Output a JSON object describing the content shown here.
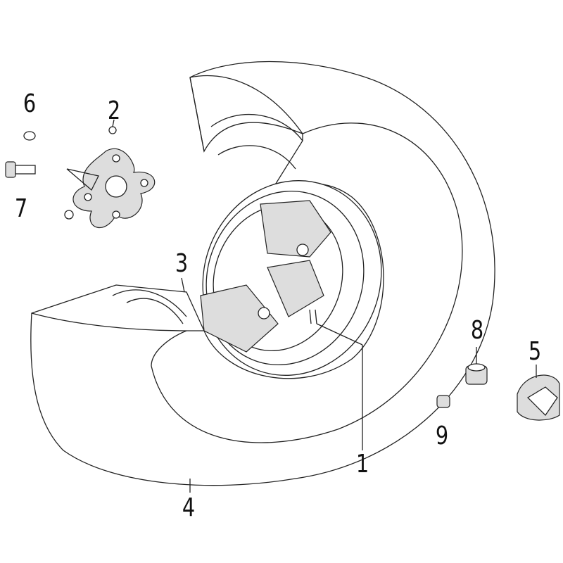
{
  "diagram": {
    "type": "exploded-parts-view",
    "parts": [
      {
        "number": "1",
        "name": "rim"
      },
      {
        "number": "2",
        "name": "hub"
      },
      {
        "number": "3",
        "name": "tire-half-inner"
      },
      {
        "number": "4",
        "name": "tire"
      },
      {
        "number": "5",
        "name": "hub-cap"
      },
      {
        "number": "6",
        "name": "washer"
      },
      {
        "number": "7",
        "name": "bolt"
      },
      {
        "number": "8",
        "name": "nut-large"
      },
      {
        "number": "9",
        "name": "nut-small"
      }
    ]
  }
}
